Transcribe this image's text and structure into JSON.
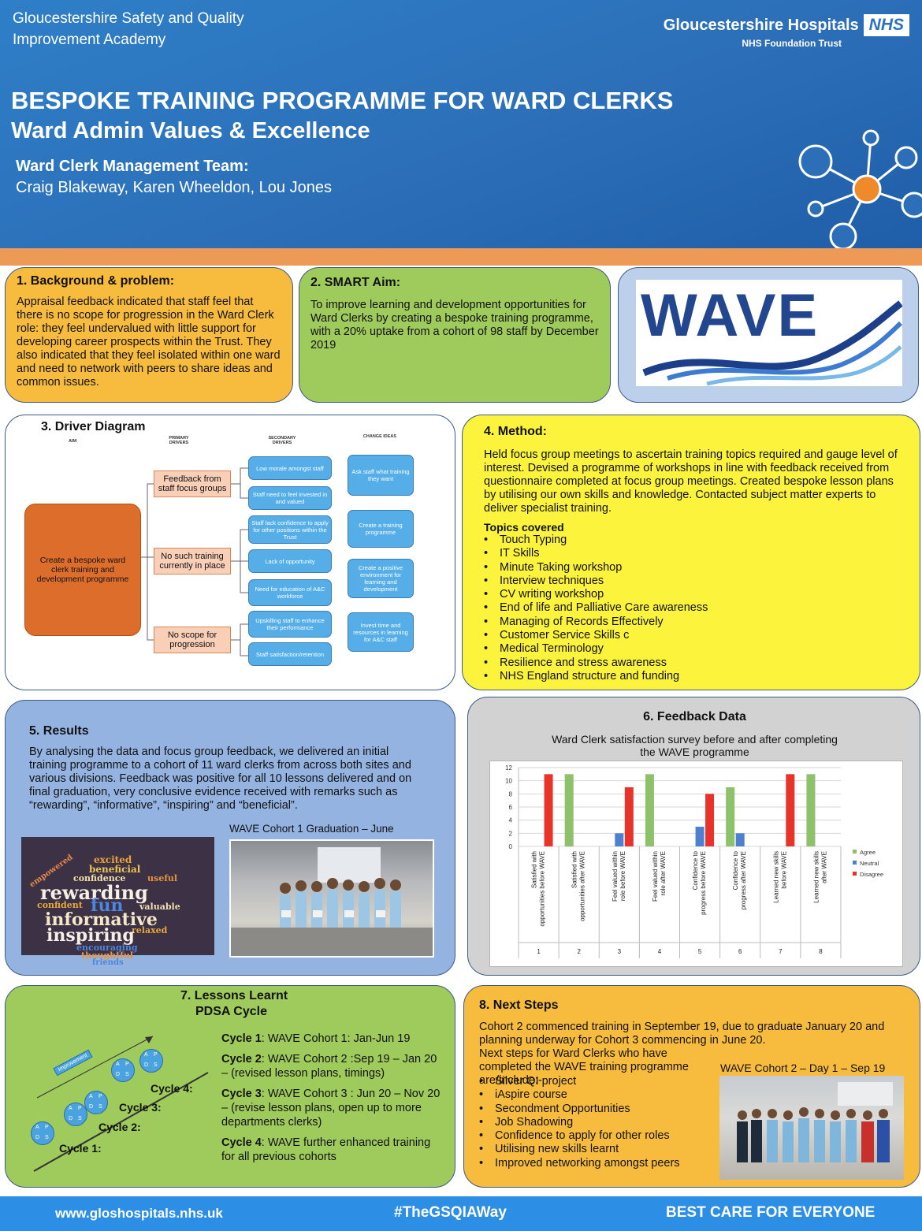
{
  "header": {
    "org_line1": "Gloucestershire Safety and Quality",
    "org_line2": "Improvement Academy",
    "hospital_name": "Gloucestershire Hospitals",
    "nhs": "NHS",
    "hospital_sub": "NHS Foundation Trust",
    "title": "BESPOKE TRAINING PROGRAMME FOR WARD CLERKS",
    "subtitle": "Ward Admin Values & Excellence",
    "team_heading": "Ward Clerk Management Team:",
    "team_names": "Craig Blakeway, Karen Wheeldon, Lou Jones"
  },
  "background": {
    "heading": "1.  Background & problem:",
    "text": "Appraisal feedback indicated that staff feel that there is no scope for progression  in the Ward Clerk role: they feel undervalued with little support for developing career prospects within the Trust.  They also indicated that they feel isolated within one ward and need to network with peers to share ideas and common issues."
  },
  "aim": {
    "heading": "2. SMART Aim:",
    "text": "To improve learning and development opportunities for Ward Clerks by creating a bespoke training programme, with a 20% uptake from a cohort of 98 staff by December 2019"
  },
  "logo": {
    "text": "WAVE"
  },
  "driver": {
    "heading": "3. Driver Diagram",
    "col_aim": "AIM",
    "col_primary": "PRIMARY DRIVERS",
    "col_secondary": "SECONDARY DRIVERS",
    "col_change": "CHANGE IDEAS",
    "aim_box": "Create a bespoke ward clerk training and development programme",
    "primary": [
      "Feedback  from staff focus groups",
      "No such training currently in place",
      "No scope for progression"
    ],
    "secondary": [
      "Low morale amongst staff",
      "Staff need to feel invested in and valued",
      "Staff lack confidence to apply for other positions within the Trust",
      "Lack of opportunity",
      "Need for education of A&C workforce",
      "Upskilling  staff to enhance their performance",
      "Staff satisfaction/retention"
    ],
    "change": [
      "Ask staff what training they want",
      "Create a training programme",
      "Create a positive environment for learning and development",
      "Invest time and resources in learning for A&C staff"
    ]
  },
  "method": {
    "heading": "4. Method:",
    "text": "Held focus group meetings to ascertain training topics required and gauge level of interest.  Devised a programme of workshops in line with feedback received from questionnaire completed at focus group meetings. Created bespoke lesson plans by utilising our own skills and knowledge. Contacted subject matter experts to deliver specialist training.",
    "topics_heading": "Topics covered",
    "topics": [
      "Touch Typing",
      "IT Skills",
      "Minute Taking workshop",
      "Interview techniques",
      "CV writing workshop",
      "End of life and Palliative Care awareness",
      "Managing of Records Effectively",
      "Customer Service Skills c",
      "Medical Terminology",
      "Resilience and stress awareness",
      "NHS England structure and funding"
    ]
  },
  "results": {
    "heading": "5. Results",
    "text": "By analysing the data and focus group feedback, we delivered an initial training  programme to a cohort of 11 ward clerks from across both sites and various divisions.   Feedback was positive for all 10 lessons delivered and on final graduation,  very conclusive evidence received with remarks such as “rewarding”, “informative”, “inspiring” and “beneficial”.",
    "photo_caption": "WAVE Cohort 1 Graduation – June",
    "cloud_words": [
      "excited",
      "empowered",
      "beneficial",
      "confidence",
      "useful",
      "rewarding",
      "confident",
      "fun",
      "valuable",
      "informative",
      "relaxed",
      "inspiring",
      "encouraging",
      "thoughtful",
      "friends"
    ]
  },
  "feedback": {
    "heading": "6. Feedback Data",
    "chart_title_line1": "Ward Clerk satisfaction survey before and after completing",
    "chart_title_line2": "the WAVE programme"
  },
  "chart_data": {
    "type": "bar",
    "title": "Ward Clerk satisfaction survey before and after completing the WAVE programme",
    "categories": [
      "Satisfied with opportunities before WAVE",
      "Satisfied with opportunities after WAVE",
      "Feel valued within role before WAVE",
      "Feel valued within role after WAVE",
      "Confidence to progress before WAVE",
      "Confidence to progress after WAVE",
      "Learned new skills before WAVE",
      "Learned new skills after WAVE"
    ],
    "category_numbers": [
      "1",
      "2",
      "3",
      "4",
      "5",
      "6",
      "7",
      "8"
    ],
    "series": [
      {
        "name": "Agree",
        "color": "#8dc26a",
        "values": [
          0,
          11,
          0,
          11,
          0,
          9,
          0,
          11
        ]
      },
      {
        "name": "Neutral",
        "color": "#4f7fcf",
        "values": [
          0,
          0,
          2,
          0,
          3,
          2,
          0,
          0
        ]
      },
      {
        "name": "Disagree",
        "color": "#e8332a",
        "values": [
          11,
          0,
          9,
          0,
          8,
          0,
          11,
          0
        ]
      }
    ],
    "ylim": [
      0,
      12
    ],
    "yticks": [
      "0",
      "2",
      "4",
      "6",
      "8",
      "10",
      "12"
    ],
    "legend": "right",
    "grid": true
  },
  "lessons": {
    "heading1": "7. Lessons Learnt",
    "heading2": "PDSA Cycle",
    "cycles": [
      {
        "label": "Cycle 1",
        "text": ": WAVE Cohort 1: Jan-Jun 19"
      },
      {
        "label": "Cycle 2",
        "text": ": WAVE Cohort 2 :Sep 19 – Jan 20 – (revised lesson plans, timings)"
      },
      {
        "label": "Cycle 3",
        "text": ": WAVE Cohort 3 : Jun 20 – Nov 20 – (revise lesson plans, open up to more departments clerks)"
      },
      {
        "label": "Cycle 4",
        "text": ": WAVE further enhanced training for all previous cohorts"
      }
    ],
    "diagram_labels": [
      "Cycle 4:",
      "Cycle 3:",
      "Cycle 2:",
      "Cycle 1:"
    ],
    "improvement": "Improvement",
    "pdsa_letters": [
      "A",
      "P",
      "S",
      "D"
    ]
  },
  "next": {
    "heading": "8. Next Steps",
    "text": "Cohort 2 commenced training in September 19, due to graduate January 20 and planning underway for Cohort 3 commencing in June 20.",
    "text2": "Next steps for Ward Clerks who have completed the WAVE training programme are/include:-",
    "photo_caption": "WAVE Cohort 2 – Day 1 – Sep 19",
    "items": [
      "Silver QI project",
      "iAspire course",
      "Secondment Opportunities",
      "Job Shadowing",
      "Confidence to apply for other roles",
      "Utilising new skills learnt",
      "Improved networking amongst peers"
    ]
  },
  "footer": {
    "url": "www.gloshospitals.nhs.uk",
    "hashtag": "#TheGSQIAWay",
    "slogan": "BEST CARE FOR EVERYONE"
  }
}
